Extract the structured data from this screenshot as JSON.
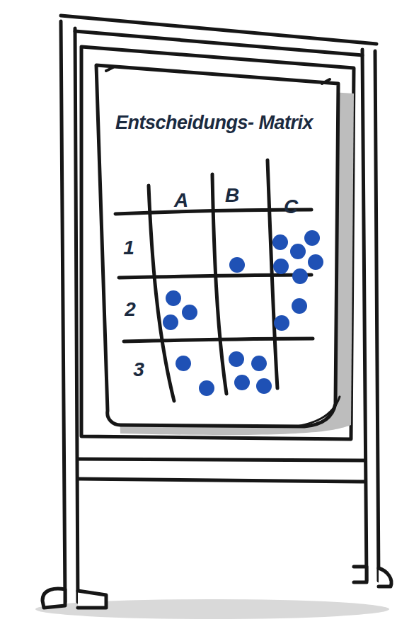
{
  "diagram": {
    "title": "Entscheidungs- Matrix",
    "labels": [
      "A",
      "B",
      "C",
      "1",
      "2",
      "3"
    ]
  }
}
